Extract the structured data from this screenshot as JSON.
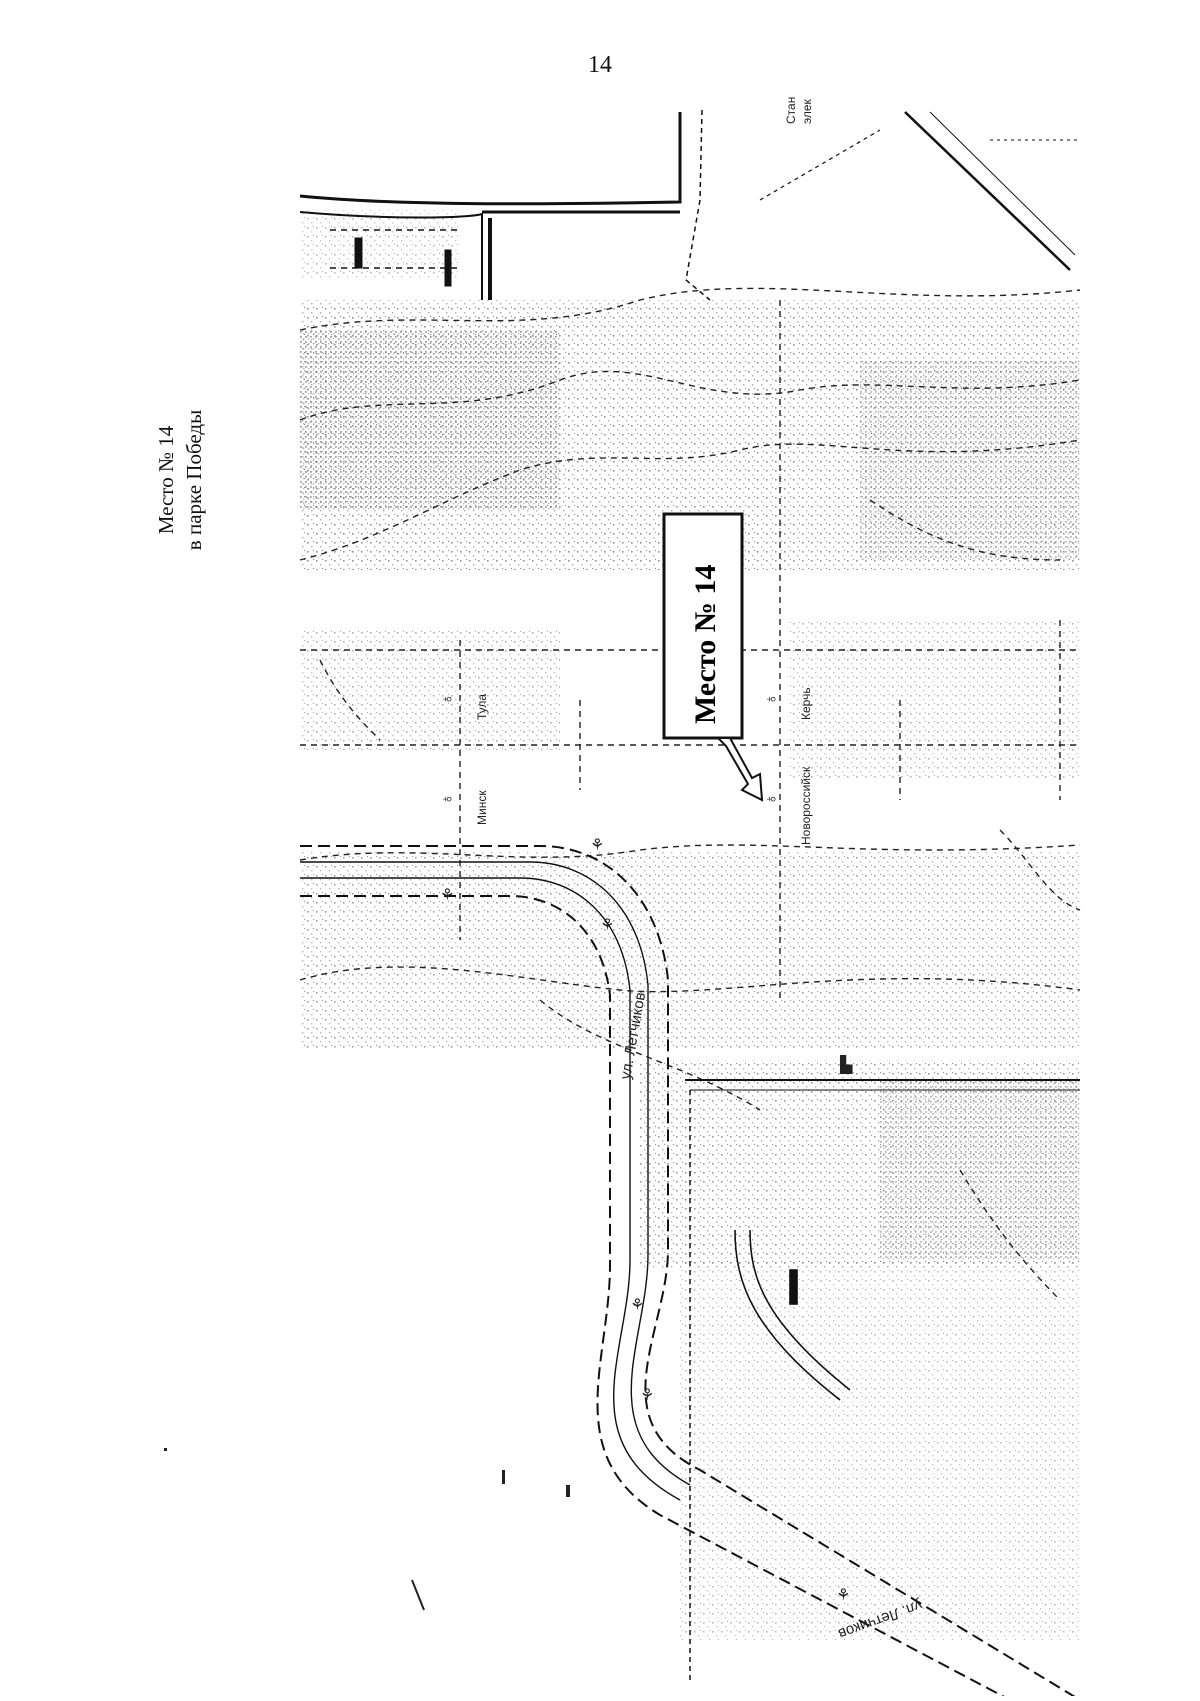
{
  "page": {
    "number": "14"
  },
  "caption": {
    "line1": "Место № 14",
    "line2": "в парке Победы"
  },
  "map": {
    "callout": "Место № 14",
    "corner_label_1": "Стан",
    "corner_label_2": "элек",
    "places": [
      {
        "label": "Тула",
        "icon": "monument-icon"
      },
      {
        "label": "Минск",
        "icon": "monument-icon"
      },
      {
        "label": "Керчь",
        "icon": "monument-icon"
      },
      {
        "label": "Новороссийск",
        "icon": "monument-icon"
      }
    ],
    "streets": [
      "ул. Летчиков",
      "ул. Летчиков"
    ],
    "colors": {
      "ink": "#111111",
      "shade": "#9a9a9a",
      "paper": "#ffffff"
    }
  }
}
